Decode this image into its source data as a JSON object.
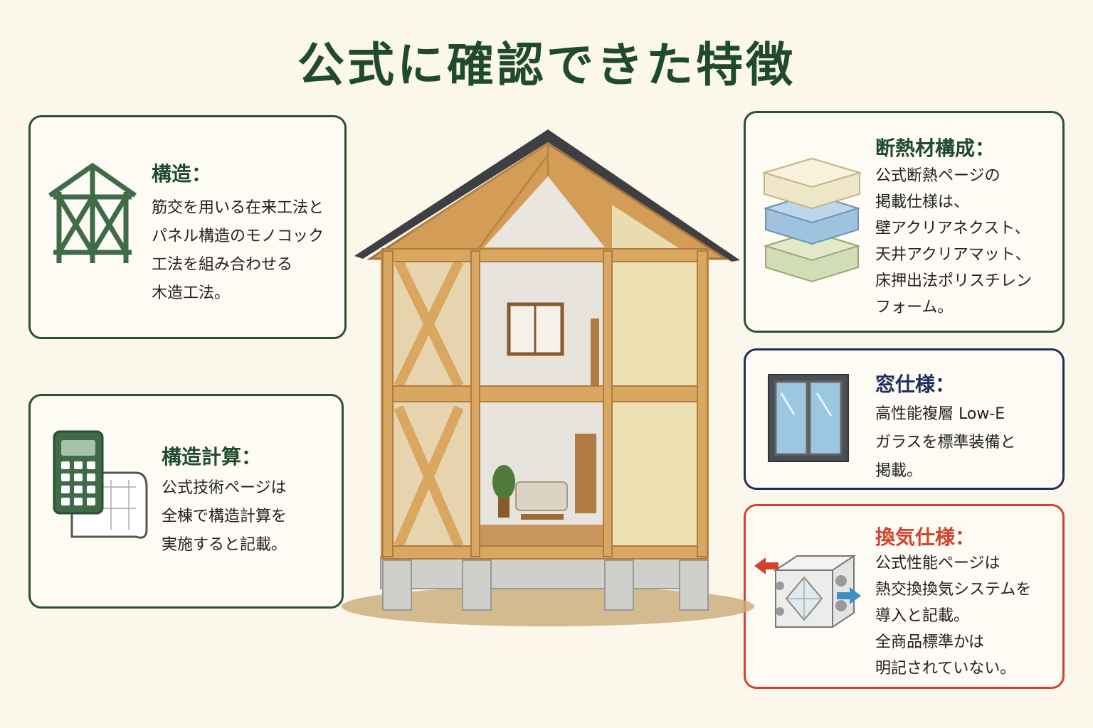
{
  "title": "公式に確認できた特徴",
  "cards": {
    "structure": {
      "heading": "構造：",
      "body": "筋交を用いる在来工法と\nパネル構造のモノコック\n工法を組み合わせる\n木造工法。",
      "icon": "timber-frame-icon"
    },
    "calc": {
      "heading": "構造計算：",
      "body": "公式技術ページは\n全棟で構造計算を\n実施すると記載。",
      "icon": "calculator-blueprint-icon"
    },
    "insulation": {
      "heading": "断熱材構成：",
      "body": "公式断熱ページの\n掲載仕様は、\n壁アクリアネクスト、\n天井アクリアマット、\n床押出法ポリスチレン\nフォーム。",
      "icon": "insulation-layers-icon"
    },
    "window": {
      "heading": "窓仕様：",
      "body": "高性能複層 Low-E\nガラスを標準装備と\n掲載。",
      "icon": "window-icon"
    },
    "ventilation": {
      "heading": "換気仕様：",
      "body": "公式性能ページは\n熱交換換気システムを\n導入と記載。\n全商品標準かは\n明記されていない。",
      "icon": "heat-exchanger-icon"
    }
  },
  "colors": {
    "green": "#1f4a2c",
    "navy": "#1e2f5c",
    "red": "#d1432e",
    "background": "#fbf7ea",
    "wood": "#d9a75f"
  }
}
